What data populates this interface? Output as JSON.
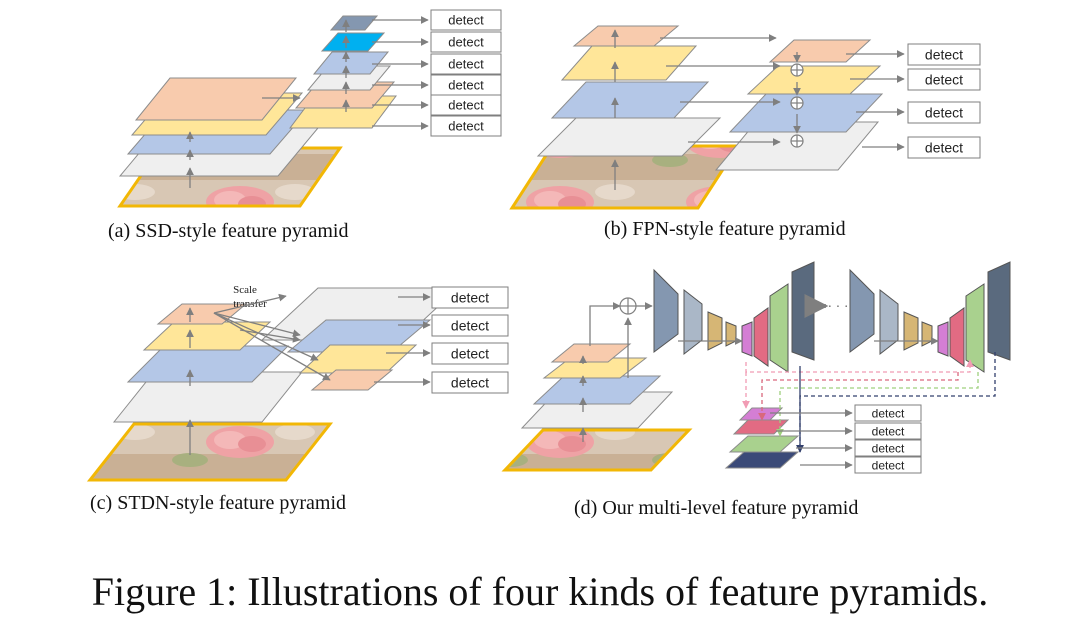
{
  "colors": {
    "salmon": "#f8cbad",
    "yellow": "#ffe699",
    "blue": "#b4c7e7",
    "gray": "#efefef",
    "slate": "#8497b0",
    "cyan": "#00b0f0",
    "tan": "#d6b675",
    "pink": "#e26b83",
    "violet": "#d47ed4",
    "green": "#a9d18e",
    "dark_slate": "#5a6a7e",
    "navy": "#3b4a78",
    "image_border": "#f2b705",
    "arrow": "#808080"
  },
  "icons": [
    "rose-photo-icon",
    "element-wise-sum-icon",
    "arrow-icon"
  ],
  "labels": {
    "detect": "detect",
    "scale_transfer_line1": "Scale",
    "scale_transfer_line2": "transfer",
    "ellipsis": "· · ·"
  },
  "captions": {
    "a": "(a) SSD-style feature pyramid",
    "b": "(b) FPN-style feature pyramid",
    "c": "(c) STDN-style feature pyramid",
    "d": "(d) Our multi-level feature pyramid",
    "figure": "Figure 1: Illustrations of four kinds of feature pyramids."
  }
}
